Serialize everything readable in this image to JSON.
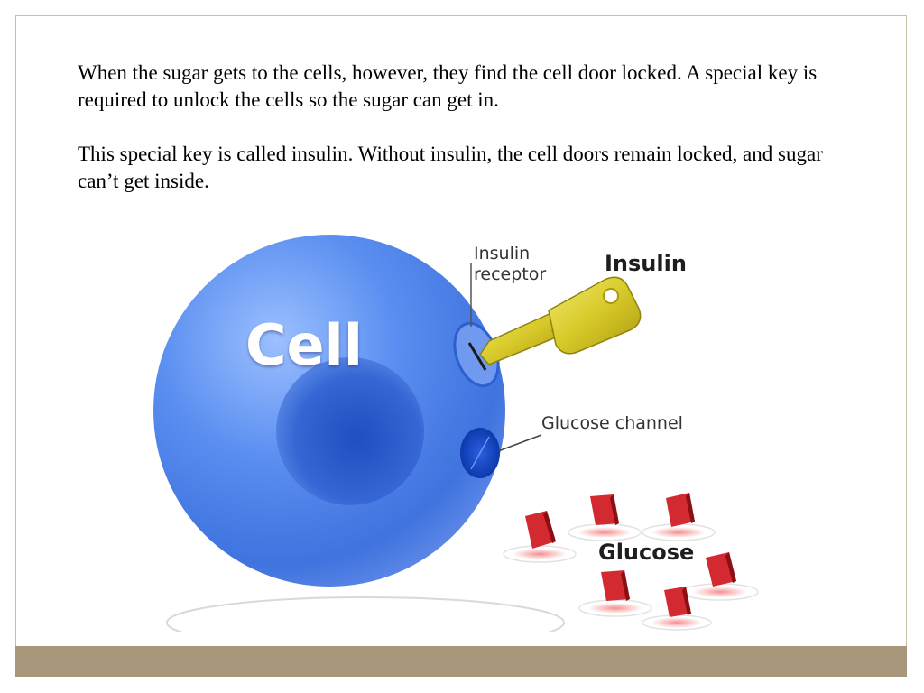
{
  "text": {
    "paragraph_1": "When the sugar gets to the cells, however, they find the cell door locked. A special key is required to unlock the cells so the sugar can get in.",
    "paragraph_2": "This special key is called insulin. Without insulin, the cell doors remain locked, and sugar can’t get inside."
  },
  "figure": {
    "cell_label": "Cell",
    "insulin_receptor_label": "Insulin\nreceptor",
    "insulin_label": "Insulin",
    "glucose_channel_label": "Glucose channel",
    "glucose_label": "Glucose",
    "icons": [
      "cell-sphere",
      "nucleus",
      "insulin-receptor",
      "key-icon",
      "glucose-channel",
      "glucose-cube"
    ]
  },
  "colors": {
    "cell": "#4a7fe0",
    "nucleus": "#2f5fc8",
    "channel": "#0f3fb0",
    "key": "#d8cc2a",
    "glucose": "#d0262e",
    "footer": "#a8977a",
    "frame": "#c9bfa8"
  }
}
